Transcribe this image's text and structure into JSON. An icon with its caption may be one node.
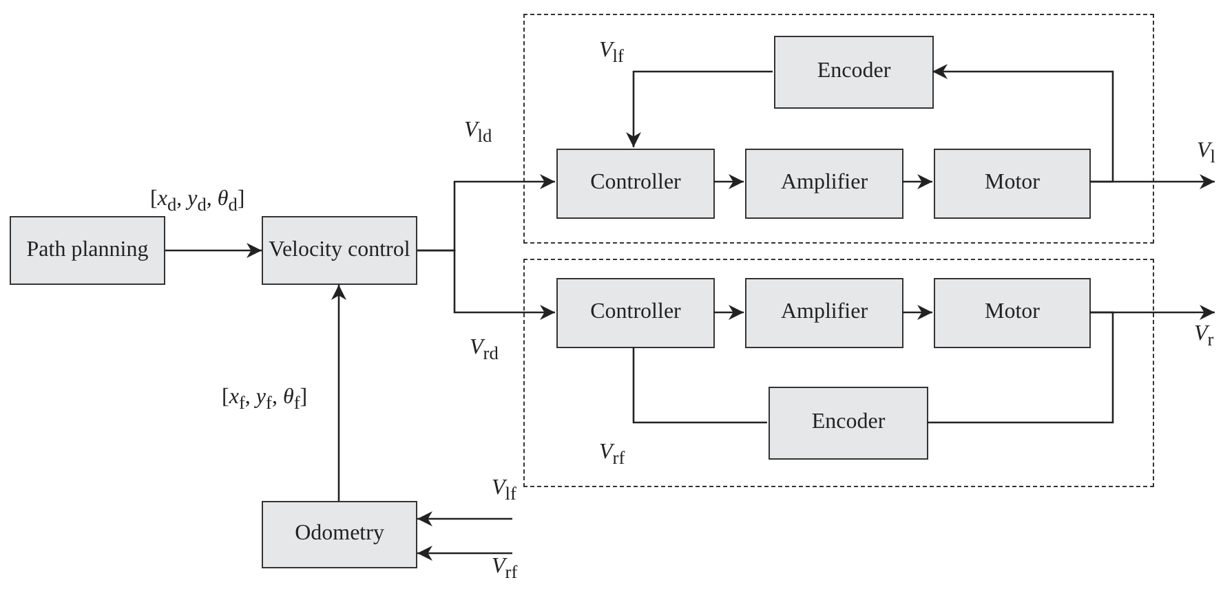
{
  "diagram": {
    "nodes": [
      {
        "text": [
          "Path planning"
        ]
      },
      {
        "text": [
          "Velocity control"
        ]
      },
      {
        "text": [],
        "shape": "box"
      },
      {
        "text": [
          "Encoder"
        ],
        "in": 2
      },
      {
        "text": [
          "Controller"
        ],
        "in": 2
      },
      {
        "text": [
          "Amplifier"
        ],
        "in": 2
      },
      {
        "text": [
          "Motor"
        ],
        "in": 2
      },
      {
        "text": [],
        "shape": "box"
      },
      {
        "text": [
          "Controller"
        ],
        "in": 7
      },
      {
        "text": [
          "Amplifier"
        ],
        "in": 7
      },
      {
        "text": [
          "Motor"
        ],
        "in": 7
      },
      {
        "text": [
          "Encoder"
        ],
        "in": 7
      },
      {
        "text": [
          "Odometry"
        ]
      }
    ],
    "edges": [
      {
        "from": 0,
        "to": 1,
        "arrow": "to",
        "label": "[*x*$_{d}$, *y*$_{d}$, *θ*$_{d}$]"
      },
      {
        "from": 1,
        "to": 4,
        "arrow": "to",
        "label": "*V*$_{ld}$"
      },
      {
        "from": 1,
        "to": 8,
        "arrow": "to",
        "label": "*V*$_{rd}$"
      },
      {
        "from": 4,
        "to": 5,
        "arrow": "to"
      },
      {
        "from": 5,
        "to": 6,
        "arrow": "to"
      },
      {
        "from": 8,
        "to": 9,
        "arrow": "to"
      },
      {
        "from": 9,
        "to": 10,
        "arrow": "to"
      },
      {
        "from": 6,
        "to": 3,
        "arrow": "to"
      },
      {
        "from": 3,
        "to": 4,
        "arrow": "to",
        "label": "*V*$_{lf}$"
      },
      {
        "from": 6,
        "to": null,
        "arrow": "to",
        "label": "*V*$_{l}$"
      },
      {
        "from": 10,
        "to": null,
        "arrow": "to",
        "label": "*V*$_{r}$"
      },
      {
        "from": 10,
        "to": 11,
        "arrow": "none"
      },
      {
        "from": 11,
        "to": 8,
        "arrow": "none",
        "label": "*V*$_{rf}$"
      },
      {
        "from": 12,
        "to": 1,
        "arrow": "to",
        "label": "[*x*$_{f}$, *y*$_{f}$, *θ*$_{f}$]"
      },
      {
        "from": null,
        "to": 12,
        "arrow": "to",
        "label": "*V*$_{lf}$"
      },
      {
        "from": null,
        "to": 12,
        "arrow": "to",
        "label": "*V*$_{rf}$"
      }
    ]
  }
}
